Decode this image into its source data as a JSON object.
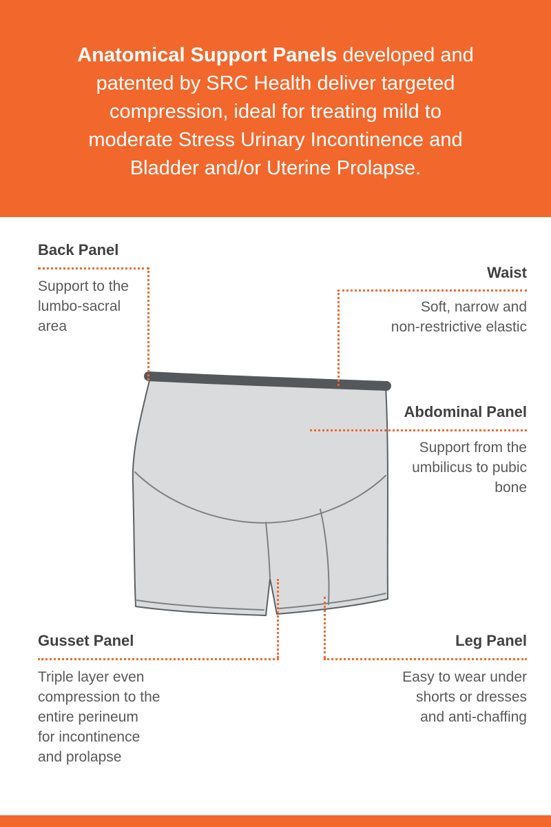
{
  "header": {
    "bold_text": "Anatomical Support Panels",
    "rest_text": " developed and\npatented by SRC Health deliver targeted\ncompression, ideal for treating mild to\nmoderate Stress Urinary Incontinence and\nBladder and/or Uterine Prolapse."
  },
  "labels": {
    "back_panel": {
      "title": "Back Panel",
      "description": "Support to the\nlumbo-sacral\narea"
    },
    "waist": {
      "title": "Waist",
      "description": "Soft, narrow and\nnon-restrictive elastic"
    },
    "abdominal_panel": {
      "title": "Abdominal Panel",
      "description": "Support from the\numbilicus to pubic\nbone"
    },
    "gusset_panel": {
      "title": "Gusset Panel",
      "description": "Triple layer even\ncompression to the\nentire perineum\nfor incontinence\nand prolapse"
    },
    "leg_panel": {
      "title": "Leg Panel",
      "description": "Easy to wear under\nshorts or dresses\nand anti-chaffing"
    }
  },
  "illustration": "compression-shorts-back-view",
  "colors": {
    "accent_orange": "#F2672C",
    "heading_text": "#414042",
    "body_text": "#58595B",
    "banner_text": "#FFFFFF",
    "garment_fill": "#D9DBDC",
    "garment_band": "#55585B",
    "garment_outline": "#5C6165",
    "garment_seam": "#7C8184"
  }
}
